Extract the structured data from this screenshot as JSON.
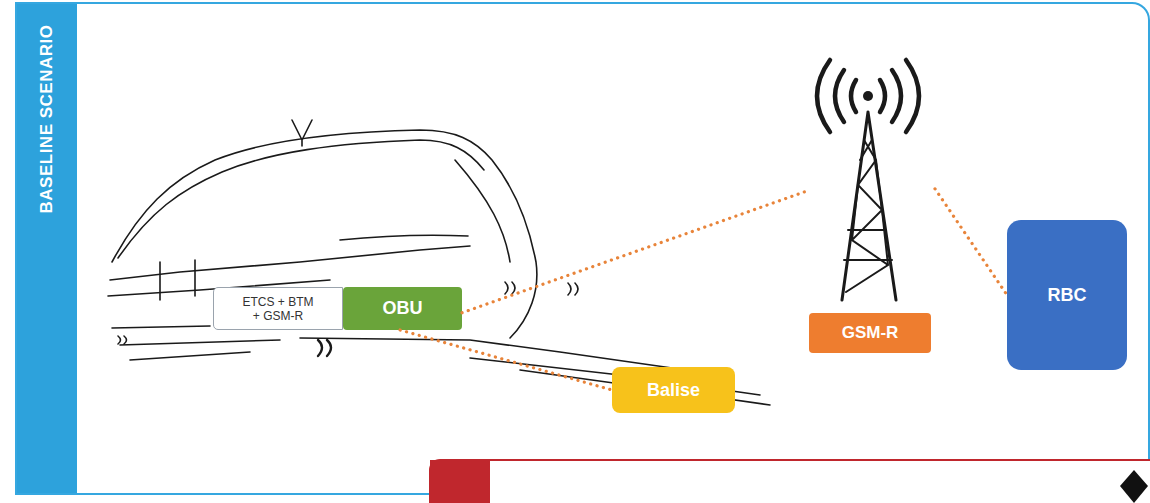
{
  "diagram": {
    "nodes": [
      {
        "text": [
          "BASELINE SCENARIO"
        ]
      },
      {
        "text": [
          "ETCS + BTM + GSM-R"
        ],
        "in": 0
      },
      {
        "text": [
          "OBU"
        ],
        "in": 0
      },
      {
        "text": [
          "GSM-R"
        ],
        "in": 0
      },
      {
        "text": [
          "RBC"
        ],
        "in": 0
      },
      {
        "text": [
          "Balise"
        ],
        "in": 0
      }
    ],
    "edges": [
      {
        "from": 2,
        "to": 3,
        "arrow": "none"
      },
      {
        "from": 3,
        "to": 4,
        "arrow": "none"
      },
      {
        "from": 2,
        "to": 5,
        "arrow": "none"
      }
    ]
  }
}
